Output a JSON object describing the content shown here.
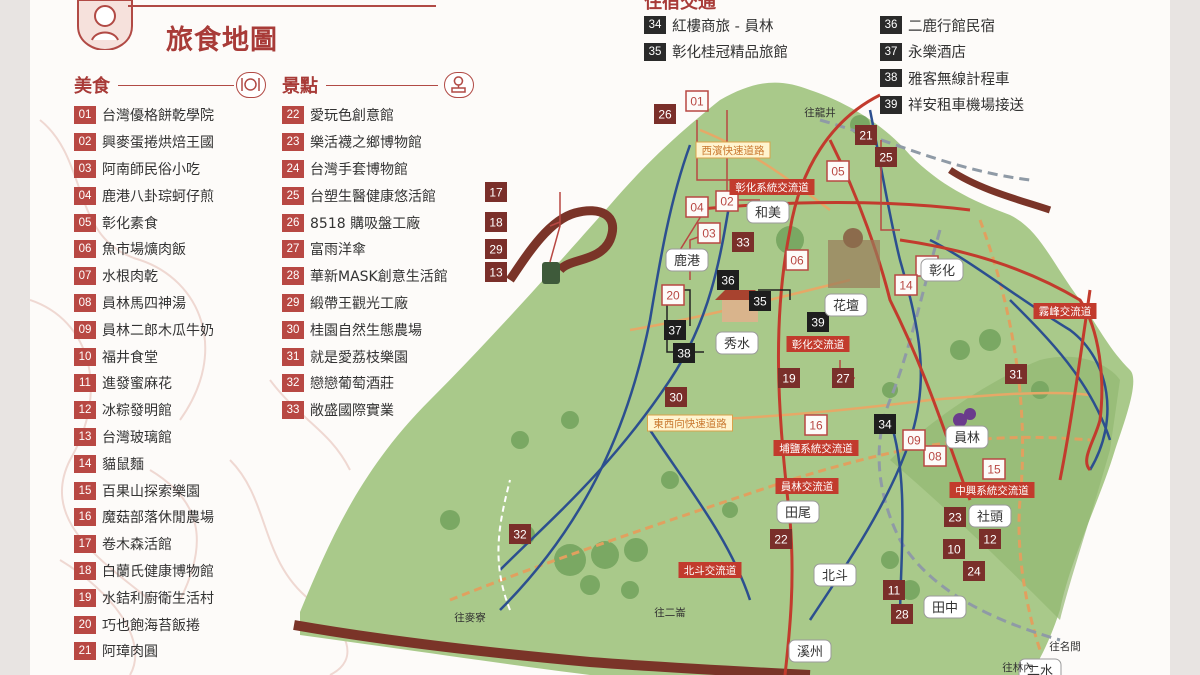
{
  "header": {
    "title": "旅食地圖"
  },
  "food": {
    "label": "美食",
    "items": [
      {
        "no": "01",
        "name": "台灣優格餅乾學院"
      },
      {
        "no": "02",
        "name": "興麥蛋捲烘焙王國"
      },
      {
        "no": "03",
        "name": "阿南師民俗小吃"
      },
      {
        "no": "04",
        "name": "鹿港八卦琮蚵仔煎"
      },
      {
        "no": "05",
        "name": "彰化素食"
      },
      {
        "no": "06",
        "name": "魚市場爌肉飯"
      },
      {
        "no": "07",
        "name": "水根肉乾"
      },
      {
        "no": "08",
        "name": "員林馬四神湯"
      },
      {
        "no": "09",
        "name": "員林二郎木瓜牛奶"
      },
      {
        "no": "10",
        "name": "福井食堂"
      },
      {
        "no": "11",
        "name": "進發蜜麻花"
      },
      {
        "no": "12",
        "name": "冰粽發明館"
      },
      {
        "no": "13",
        "name": "台灣玻璃館"
      },
      {
        "no": "14",
        "name": "貓鼠麵"
      },
      {
        "no": "15",
        "name": "百果山探索樂園"
      },
      {
        "no": "16",
        "name": "魔菇部落休閒農場"
      },
      {
        "no": "17",
        "name": "卷木森活館"
      },
      {
        "no": "18",
        "name": "白蘭氏健康博物館"
      },
      {
        "no": "19",
        "name": "水銡利廚衛生活村"
      },
      {
        "no": "20",
        "name": "巧也飽海苔飯捲"
      },
      {
        "no": "21",
        "name": "阿璋肉圓"
      }
    ]
  },
  "sights": {
    "label": "景點",
    "items": [
      {
        "no": "22",
        "name": "愛玩色創意館"
      },
      {
        "no": "23",
        "name": "樂活襪之鄉博物館"
      },
      {
        "no": "24",
        "name": "台灣手套博物館"
      },
      {
        "no": "25",
        "name": "台塑生醫健康悠活館"
      },
      {
        "no": "26",
        "name": "8518 購吸盤工廠"
      },
      {
        "no": "27",
        "name": "富雨洋傘"
      },
      {
        "no": "28",
        "name": "華新MASK創意生活館"
      },
      {
        "no": "29",
        "name": "緞帶王觀光工廠"
      },
      {
        "no": "30",
        "name": "桂園自然生態農場"
      },
      {
        "no": "31",
        "name": "就是愛荔枝樂園"
      },
      {
        "no": "32",
        "name": "戀戀葡萄酒莊"
      },
      {
        "no": "33",
        "name": "敞盛國際實業"
      }
    ]
  },
  "lodging": {
    "title": "住宿交通",
    "col1": [
      {
        "no": "34",
        "name": "紅樓商旅 - 員林"
      },
      {
        "no": "35",
        "name": "彰化桂冠精品旅館"
      }
    ],
    "col2": [
      {
        "no": "36",
        "name": "二鹿行館民宿"
      },
      {
        "no": "37",
        "name": "永樂酒店"
      },
      {
        "no": "38",
        "name": "雅客無線計程車"
      },
      {
        "no": "39",
        "name": "祥安租車機場接送"
      }
    ]
  },
  "map_labels": {
    "towns": [
      "和美",
      "鹿港",
      "彰化",
      "花壇",
      "秀水",
      "員林",
      "田尾",
      "社頭",
      "北斗",
      "田中",
      "溪州",
      "二水"
    ],
    "directions": [
      "往龍井",
      "往麥寮",
      "往二崙",
      "往名間",
      "往林內"
    ],
    "roads": [
      "西濱快速道路",
      "彰化系統交流道",
      "彰化交流道",
      "東西向快速道路",
      "埔鹽系統交流道",
      "員林交流道",
      "北斗交流道",
      "中興系統交流道",
      "霧峰交流道"
    ]
  },
  "colors": {
    "accent": "#a83b38",
    "badge_food": "#b84843",
    "badge_lodging": "#2a2a2a",
    "land": "#a9c98a",
    "road_red": "#c23b2d",
    "road_blue": "#2c4f8f",
    "road_orange": "#e1a05f",
    "coast": "#7a3428"
  }
}
